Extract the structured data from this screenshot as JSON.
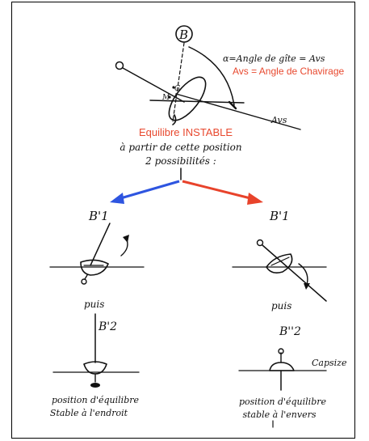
{
  "labels": {
    "b_top": "B",
    "angle_def": "α=Angle de gîte = Avs",
    "avs_red": "Avs = Angle de Chavirage",
    "avs_line": "Avs",
    "g_mark": "G",
    "m_mark": "M",
    "unstable": "Equilibre INSTABLE",
    "from_here_1": "à partir de cette position",
    "from_here_2": "2 possibilités :",
    "b1_left": "B'1",
    "b1_right": "B'1",
    "puis_left": "puis",
    "puis_right": "puis",
    "b2_left": "B'2",
    "b2_right": "B''2",
    "capsize": "Capsize",
    "stable_left_1": "position d'équilibre",
    "stable_left_2": "Stable à l'endroit",
    "stable_right_1": "position d'équilibre",
    "stable_right_2": "stable à l'envers"
  },
  "colors": {
    "red_text": "#e8492f",
    "left_arrow": "#2e55e0",
    "right_arrow": "#e8432b",
    "ink": "#111111"
  }
}
